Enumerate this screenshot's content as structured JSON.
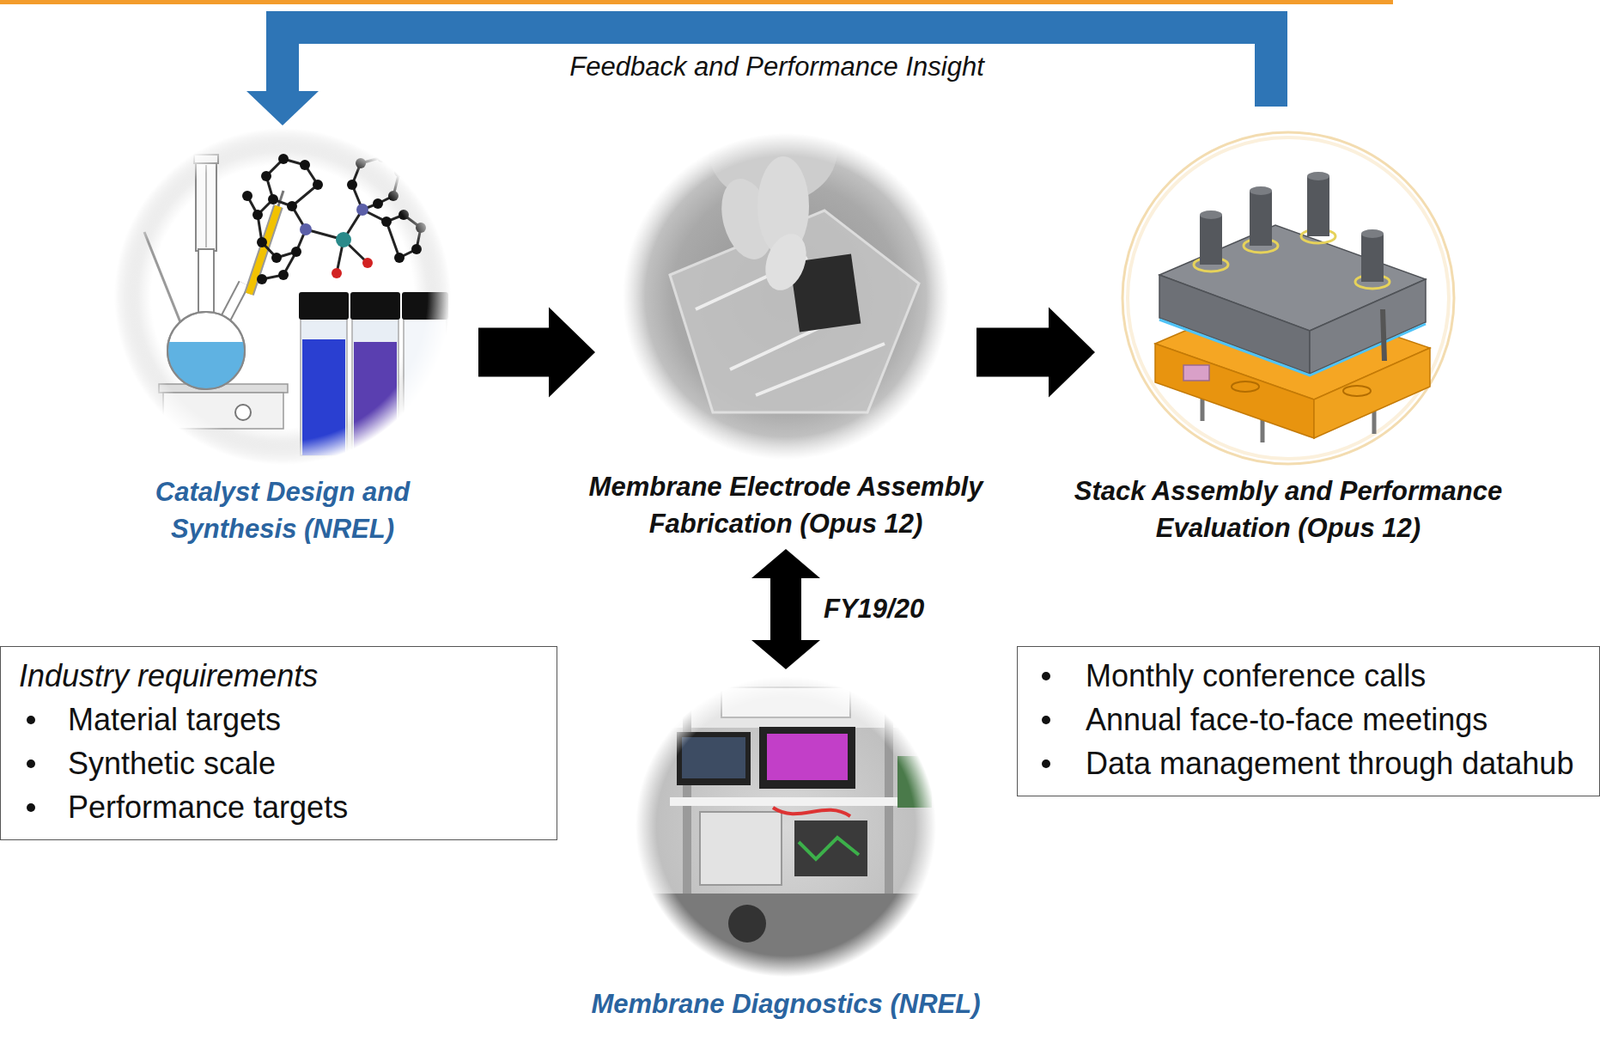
{
  "diagram": {
    "nodes": [
      {
        "text": [
          "Catalyst Design and Synthesis (NREL)"
        ]
      },
      {
        "text": [
          "Membrane Electrode Assembly Fabrication (Opus 12)"
        ]
      },
      {
        "text": [
          "Stack Assembly and Performance Evaluation (Opus 12)"
        ]
      },
      {
        "text": [
          "Membrane Diagnostics (NREL)"
        ]
      },
      {
        "text": [
          "Industry requirements",
          "Material targets",
          "Synthetic scale",
          "Performance targets"
        ]
      },
      {
        "text": [
          "Monthly conference calls",
          "Annual face-to-face meetings",
          "Data management through datahub"
        ]
      }
    ],
    "edges": [
      {
        "from": 2,
        "to": 0,
        "arrow": "to",
        "label": "Feedback and Performance Insight"
      },
      {
        "from": 0,
        "to": 1,
        "arrow": "to"
      },
      {
        "from": 1,
        "to": 2,
        "arrow": "to"
      },
      {
        "from": 1,
        "to": 3,
        "arrow": "both",
        "label": "FY19/20"
      }
    ]
  }
}
